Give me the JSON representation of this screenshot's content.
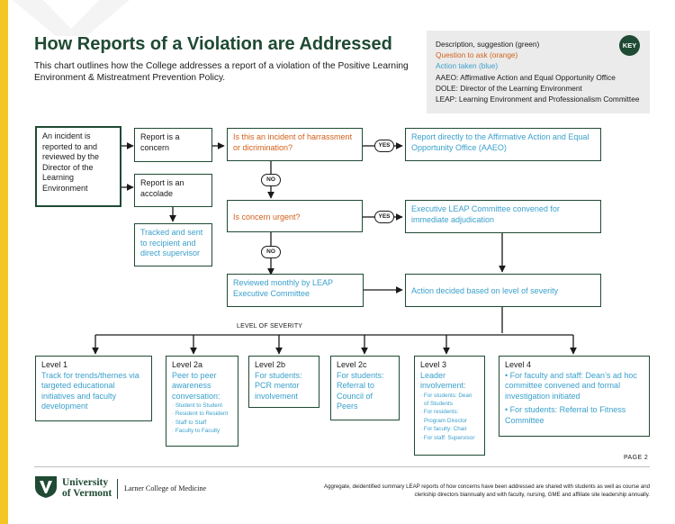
{
  "title": "How Reports of a Violation are Addressed",
  "subtitle": "This chart outlines how the College addresses a report of a violation of the Positive Learning Environment & Mistreatment Prevention Policy.",
  "key": {
    "badge": "KEY",
    "green": "Description, suggestion (green)",
    "orange": "Question to ask (orange)",
    "blue": "Action taken (blue)",
    "aaeo": "AAEO: Affirmative Action and Equal Opportunity Office",
    "dole": "DOLE: Director of the Learning Environment",
    "leap": "LEAP: Learning Environment and Professionalism Committee",
    "colors": {
      "green": "#1f4a33",
      "orange": "#d2601a",
      "blue": "#3aa0cc",
      "accent_yellow": "#f3c623"
    }
  },
  "flow": {
    "start": "An incident is reported to and reviewed by the Director of the Learning Environment",
    "concern": "Report is a concern",
    "accolade": "Report is an accolade",
    "tracked": "Tracked and sent to recipient and direct supervisor",
    "q_harassment": "Is this an incident of harrassment or dicrimination?",
    "q_urgent": "Is concern urgent?",
    "aaeo_action": "Report directly to the Affirmative Action and Equal Opportunity Office (AAEO)",
    "leap_convened": "Executive LEAP Committee convened for immediate adjudication",
    "reviewed_monthly": "Reviewed monthly by LEAP Executive Committee",
    "action_decided": "Action decided based on level of severity",
    "yes": "YES",
    "no": "NO"
  },
  "severity_label": "LEVEL OF SEVERITY",
  "levels": {
    "l1": {
      "title": "Level 1",
      "text": "Track for trends/themes via targeted educational initiatives and faculty development"
    },
    "l2a": {
      "title": "Level 2a",
      "text": "Peer to peer awareness conversation:",
      "items": [
        "· Student to Student",
        "· Resident to Resident",
        "· Staff to Staff",
        "· Faculty to Faculty"
      ]
    },
    "l2b": {
      "title": "Level 2b",
      "text": "For students: PCR mentor involvement"
    },
    "l2c": {
      "title": "Level 2c",
      "text": "For students: Referral to Council of Peers"
    },
    "l3": {
      "title": "Level 3",
      "text": "Leader involvement:",
      "items": [
        "· For students: Dean",
        "of Students",
        "· For residents:",
        "Program Director",
        "· For faculty: Chair",
        "· For staff: Supervisor"
      ]
    },
    "l4": {
      "title": "Level 4",
      "items": [
        "• For faculty and staff: Dean’s ad hoc committee convened and formal investigation initiated",
        "• For students: Referral to Fitness Committee"
      ]
    }
  },
  "page": "PAGE 2",
  "footer": {
    "university_line1": "University",
    "university_line2": "of Vermont",
    "college": "Larner College of Medicine",
    "note": "Aggregate, deidentified summary LEAP reports of how concerns have been addressed are shared with students as well as course and clerkship directors biannually and with faculty, nursing, GME and affiliate site leadership annually."
  }
}
